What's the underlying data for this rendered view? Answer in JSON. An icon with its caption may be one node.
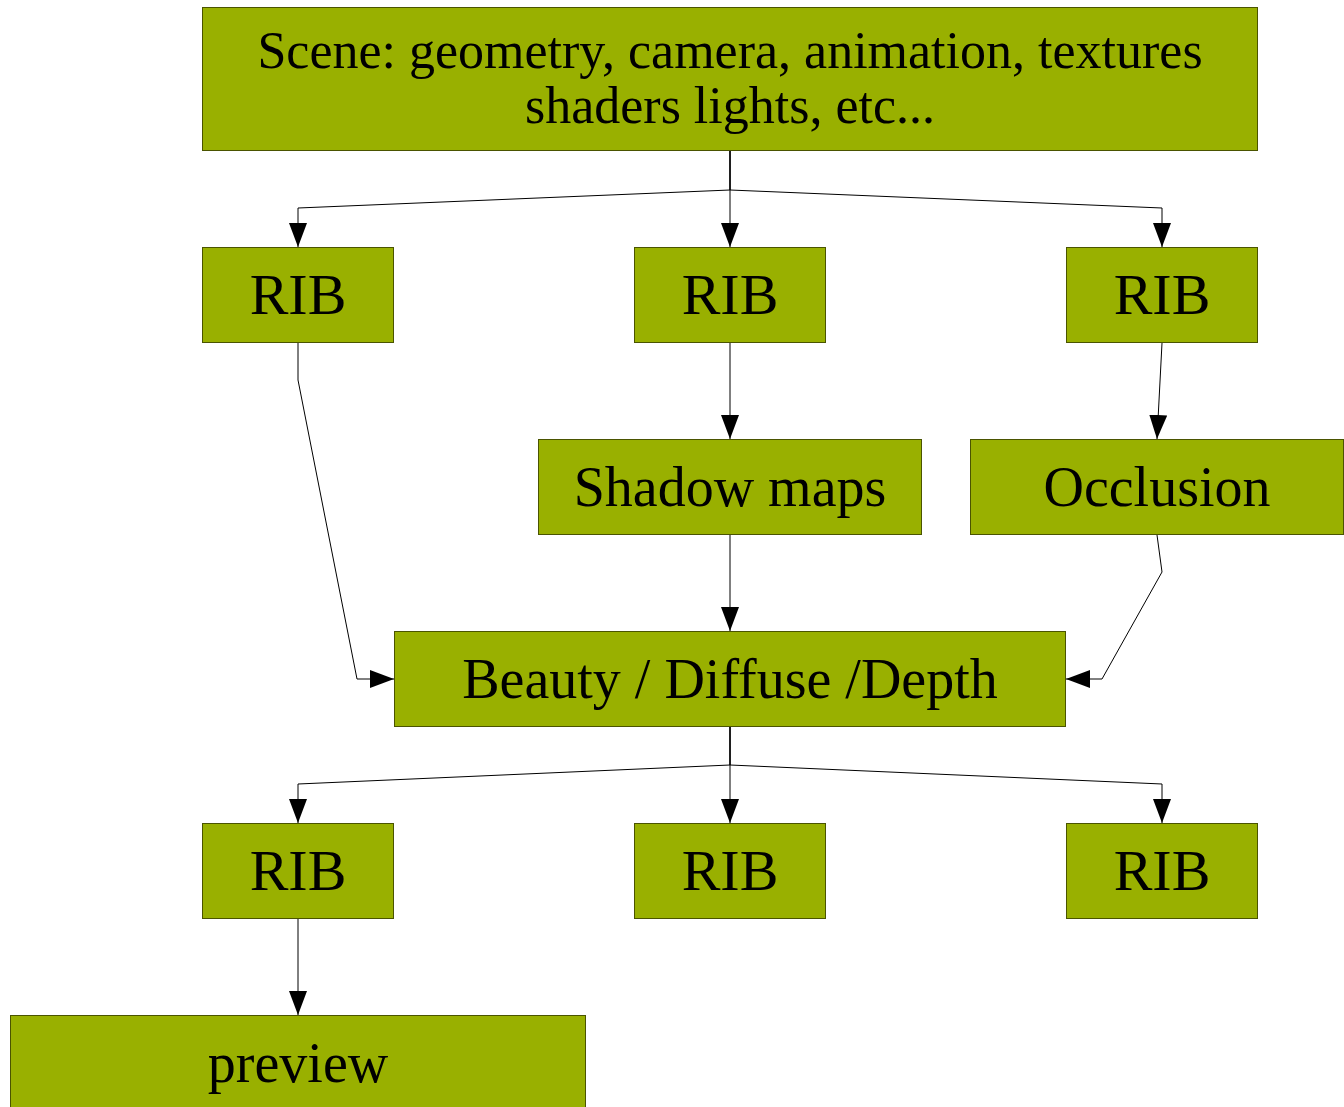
{
  "diagram": {
    "nodes": [
      {
        "text": [
          "Scene: geometry, camera, animation, textures shaders lights, etc..."
        ]
      },
      {
        "text": [
          "RIB"
        ]
      },
      {
        "text": [
          "RIB"
        ]
      },
      {
        "text": [
          "RIB"
        ]
      },
      {
        "text": [
          "Shadow maps"
        ]
      },
      {
        "text": [
          "Occlusion"
        ]
      },
      {
        "text": [
          "Beauty / Diffuse /Depth"
        ]
      },
      {
        "text": [
          "RIB"
        ]
      },
      {
        "text": [
          "RIB"
        ]
      },
      {
        "text": [
          "RIB"
        ]
      },
      {
        "text": [
          "preview"
        ]
      }
    ],
    "edges": [
      {
        "from": 0,
        "to": 1,
        "arrow": "to"
      },
      {
        "from": 0,
        "to": 2,
        "arrow": "to"
      },
      {
        "from": 0,
        "to": 3,
        "arrow": "to"
      },
      {
        "from": 2,
        "to": 4,
        "arrow": "to"
      },
      {
        "from": 3,
        "to": 5,
        "arrow": "to"
      },
      {
        "from": 1,
        "to": 6,
        "arrow": "to"
      },
      {
        "from": 4,
        "to": 6,
        "arrow": "to"
      },
      {
        "from": 5,
        "to": 6,
        "arrow": "to"
      },
      {
        "from": 6,
        "to": 7,
        "arrow": "to"
      },
      {
        "from": 6,
        "to": 8,
        "arrow": "to"
      },
      {
        "from": 6,
        "to": 9,
        "arrow": "to"
      },
      {
        "from": 7,
        "to": 10,
        "arrow": "to"
      }
    ]
  }
}
